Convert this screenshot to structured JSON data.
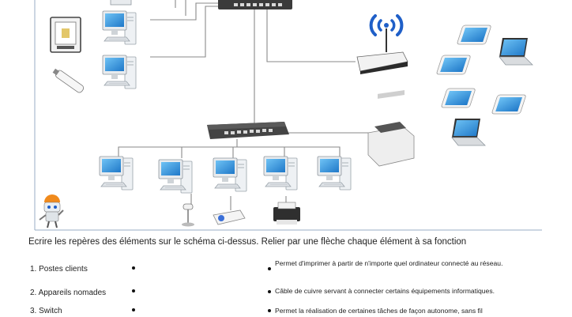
{
  "instruction": "Ecrire les repères des éléments sur le schéma ci-dessus. Relier par une flèche chaque élément à sa fonction",
  "items": [
    {
      "label": "1. Postes clients"
    },
    {
      "label": "2. Appareils nomades"
    },
    {
      "label": "3. Switch"
    }
  ],
  "functions": [
    {
      "text": "Permet d'imprimer à partir de n'importe quel ordinateur connecté au réseau."
    },
    {
      "text": "Câble de cuivre servant à connecter certains équipements informatiques."
    },
    {
      "text": "Permet la réalisation de certaines tâches de façon autonome, sans fil"
    }
  ],
  "colors": {
    "screen_blue": "#2f8fd8",
    "switch_dark": "#3b3b3b",
    "router_blue": "#1f5fc8",
    "cable": "#888888",
    "robot_orange": "#f08a1c"
  },
  "icons": [
    "desktop-computer-icon",
    "switch-icon",
    "wifi-router-icon",
    "tablet-icon",
    "laptop-icon",
    "3d-printer-icon",
    "usb-stick-icon",
    "network-printer-icon",
    "webcam-icon",
    "projector-icon",
    "inkjet-printer-icon",
    "robot-mascot-icon"
  ]
}
